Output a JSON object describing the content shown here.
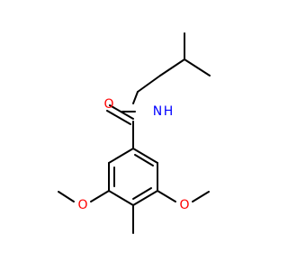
{
  "colors": {
    "background": "#ffffff",
    "bond": "#000000",
    "oxygen": "#ff0000",
    "nitrogen": "#0000ff"
  },
  "atoms": {
    "carbonyl_oxygen": "O",
    "amide_nitrogen": "N",
    "amide_hydrogen": "H",
    "methoxy_oxygen_left": "O",
    "methoxy_oxygen_right": "O"
  }
}
